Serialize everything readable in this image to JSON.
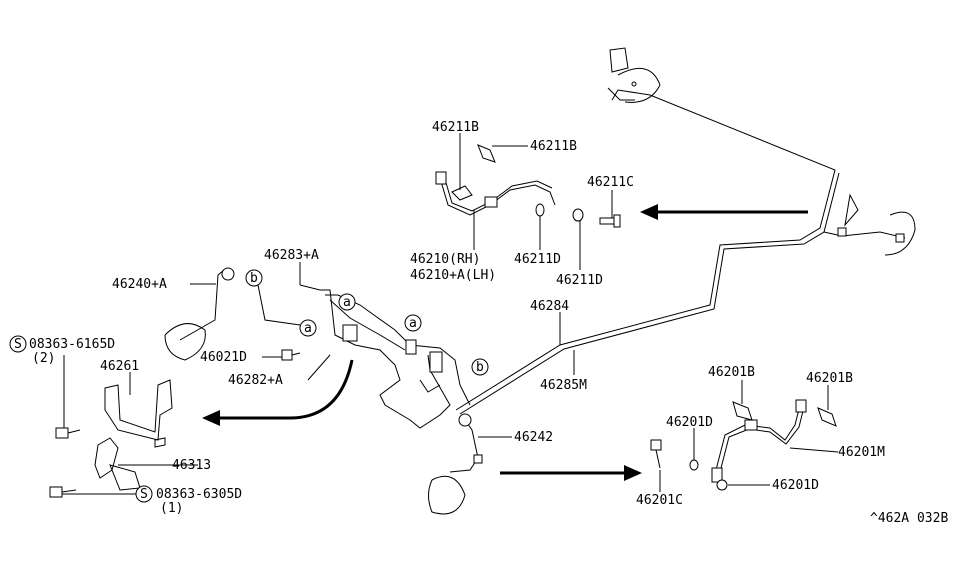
{
  "diagram": {
    "labels": {
      "l46211b_1": "46211B",
      "l46211b_2": "46211B",
      "l46211c": "46211C",
      "l46210rh": "46210(RH)",
      "l46210lh": "46210+A(LH)",
      "l46211d_1": "46211D",
      "l46211d_2": "46211D",
      "l46283": "46283+A",
      "l46240": "46240+A",
      "l08363a": "08363-6165D",
      "l08363a_qty": "(2)",
      "l46261": "46261",
      "l46021d": "46021D",
      "l46282": "46282+A",
      "l46284": "46284",
      "l46285m": "46285M",
      "l46242": "46242",
      "l46313": "46313",
      "l08363b": "08363-6305D",
      "l08363b_qty": "(1)",
      "l46201b_1": "46201B",
      "l46201b_2": "46201B",
      "l46201d_1": "46201D",
      "l46201d_2": "46201D",
      "l46201m": "46201M",
      "l46201c": "46201C",
      "ref_code": "^462A 032B",
      "marker_a": "a",
      "marker_b": "b",
      "marker_s": "S"
    }
  }
}
